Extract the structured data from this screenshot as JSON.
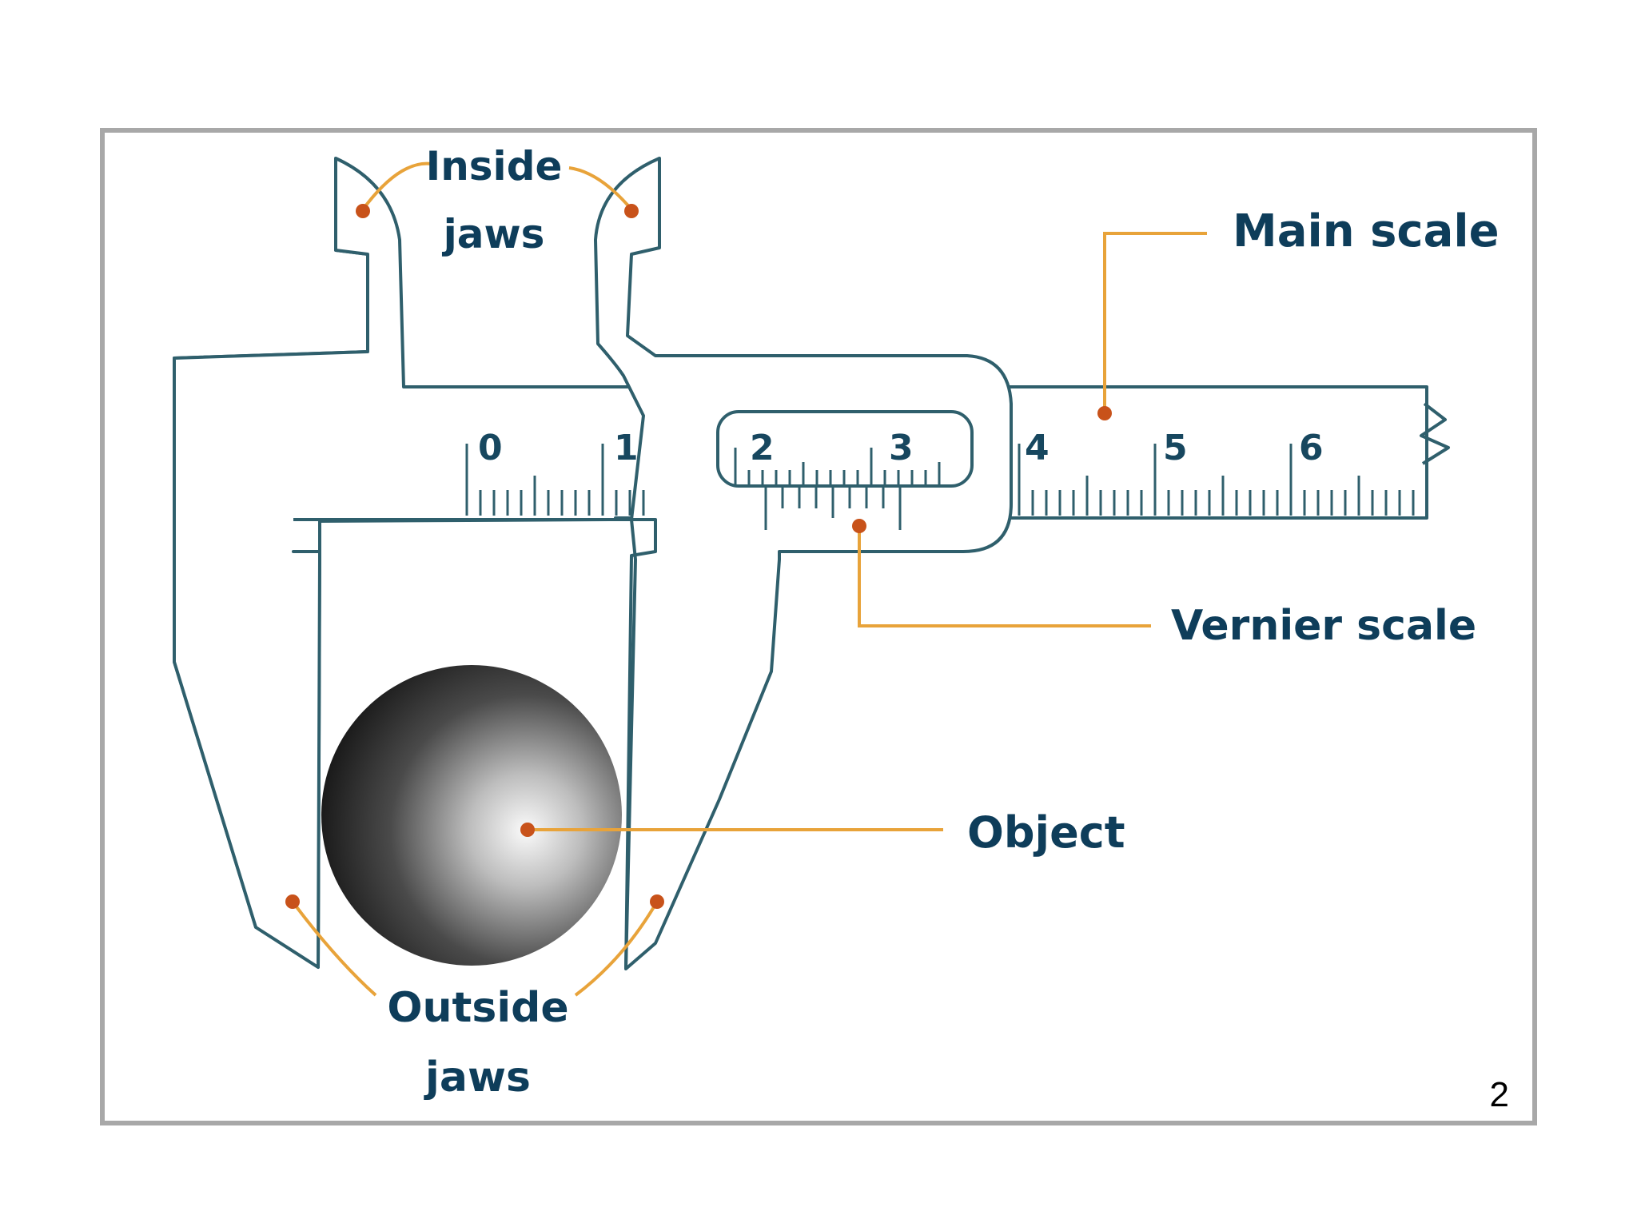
{
  "labels": {
    "inside_line1": "Inside",
    "inside_line2": "jaws",
    "main_scale": "Main scale",
    "vernier_scale": "Vernier scale",
    "object": "Object",
    "outside_line1": "Outside",
    "outside_line2": "jaws"
  },
  "main_scale_numbers": [
    "0",
    "1",
    "2",
    "3",
    "4",
    "5",
    "6"
  ],
  "slide_number": "2",
  "colors": {
    "outline": "#2f5f6c",
    "label_text": "#0e3d5a",
    "leader": "#e8a33a",
    "dot": "#c8521a",
    "frame": "#a8a8a8"
  }
}
